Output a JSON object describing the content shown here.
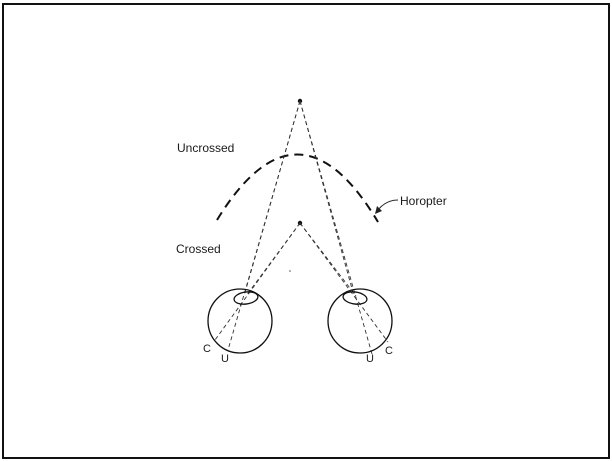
{
  "labels": {
    "uncrossed": "Uncrossed",
    "horopter": "Horopter",
    "crossed": "Crossed",
    "left_eye_c": "C",
    "left_eye_u": "U",
    "right_eye_u": "U",
    "right_eye_c": "C"
  }
}
